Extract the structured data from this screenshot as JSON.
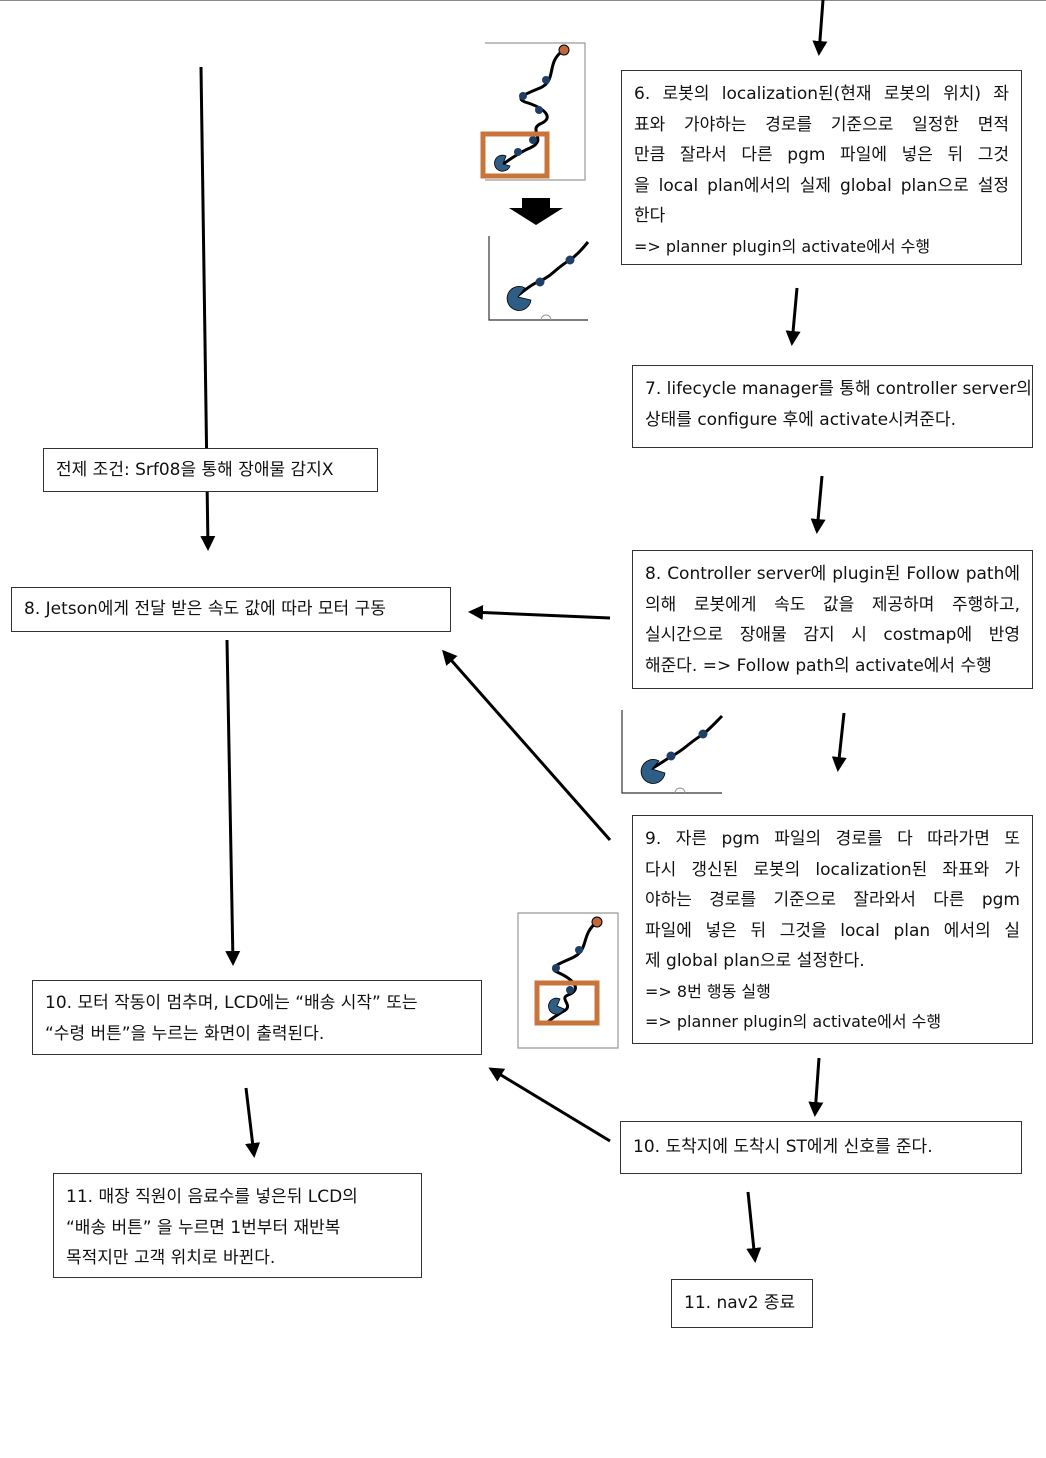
{
  "colors": {
    "line": "#000000",
    "border": "#333333",
    "path_node": "#1f3f66",
    "robot": "#2e5d86",
    "goal": "#c0683a",
    "crop_box": "#c8743a"
  },
  "steps": {
    "precondition": "전제 조건: Srf08을 통해 장애물 감지X",
    "s6": [
      "6. 로봇의 localization된(현재 로봇의 위치) 좌",
      "표와 가야하는 경로를 기준으로 일정한 면적",
      "만큼 잘라서 다른 pgm 파일에 넣은 뒤 그것",
      "을 local plan에서의 실제 global plan으로 설정",
      "한다",
      "=> planner plugin의 activate에서 수행"
    ],
    "s7": [
      "7. lifecycle manager를 통해 controller server의",
      "상태를 configure 후에 activate시켜준다."
    ],
    "s8_controller": [
      "8. Controller server에 plugin된 Follow path에",
      "의해 로봇에게 속도 값을 제공하며 주행하고,",
      "실시간으로 장애물 감지 시 costmap에 반영",
      "해준다. => Follow path의 activate에서 수행"
    ],
    "s8_motor": "8. Jetson에게 전달 받은 속도 값에 따라 모터 구동",
    "s9": [
      "9. 자른 pgm 파일의 경로를 다 따라가면 또",
      "다시 갱신된 로봇의 localization된 좌표와 가",
      "야하는 경로를 기준으로 잘라와서 다른 pgm",
      "파일에 넣은 뒤 그것을 local plan 에서의 실",
      "제 global plan으로 설정한다.",
      "=> 8번 행동 실행",
      "=> planner plugin의 activate에서 수행"
    ],
    "s10_motor": [
      "10. 모터 작동이 멈추며, LCD에는 “배송 시작” 또는",
      "“수령 버튼”을 누르는 화면이 출력된다."
    ],
    "s10_arrive": "10. 도착지에 도착시 ST에게 신호를 준다.",
    "s11_staff": [
      "11. 매장 직원이 음료수를 넣은뒤 LCD의",
      "“배송 버튼” 을 누르면  1번부터 재반복",
      "목적지만 고객 위치로 바뀐다."
    ],
    "s11_end": "11. nav2 종료"
  }
}
